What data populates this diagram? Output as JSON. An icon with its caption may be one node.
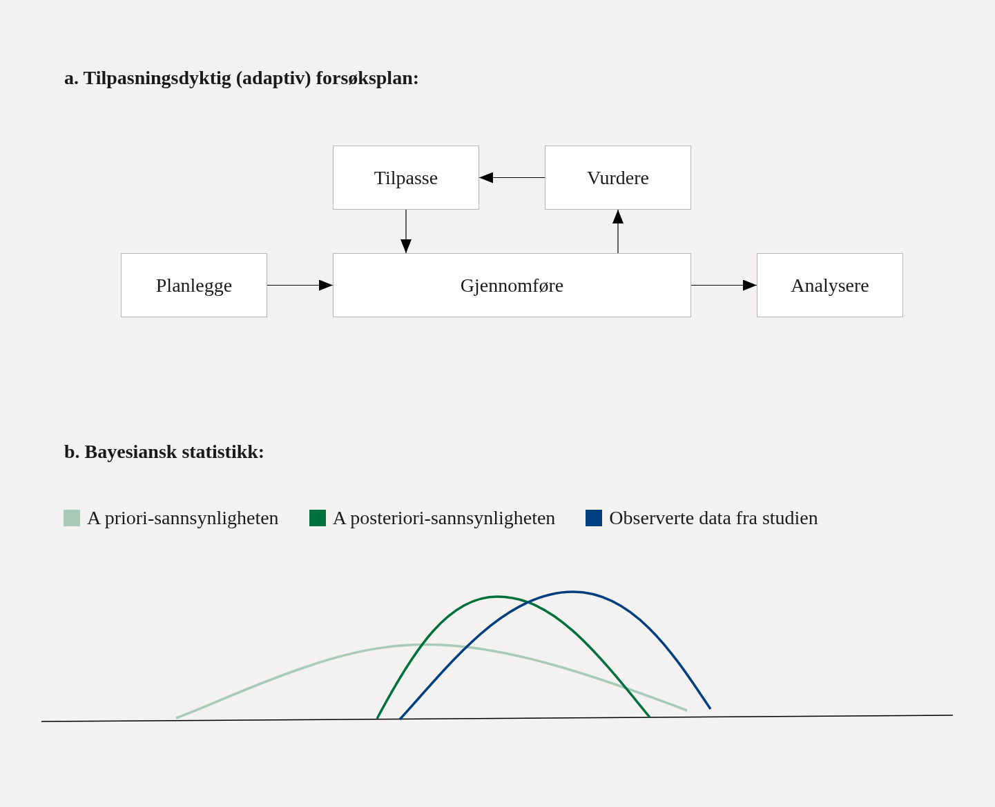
{
  "diagram": {
    "nodes": [
      {
        "text": [
          "a. Tilpasningsdyktig (adaptiv) forsøksplan:"
        ]
      },
      {
        "text": [
          "Tilpasse"
        ]
      },
      {
        "text": [
          "Vurdere"
        ]
      },
      {
        "text": [
          "Planlegge"
        ]
      },
      {
        "text": [
          "Gjennomføre"
        ]
      },
      {
        "text": [
          "Analysere"
        ]
      }
    ],
    "edges": [
      {
        "from": 2,
        "to": 1,
        "arrow": "to"
      },
      {
        "from": 1,
        "to": 4,
        "arrow": "to"
      },
      {
        "from": 4,
        "to": 2,
        "arrow": "to"
      },
      {
        "from": 3,
        "to": 4,
        "arrow": "to"
      },
      {
        "from": 4,
        "to": 5,
        "arrow": "to"
      }
    ],
    "labels": [
      "b. Bayesiansk statistikk:"
    ],
    "legend": [
      {
        "text": "A priori-sannsynligheten",
        "color": "#a8cbb7"
      },
      {
        "text": "A posteriori-sannsynligheten",
        "color": "#00703c"
      },
      {
        "text": "Observerte data fra studien",
        "color": "#003f7f"
      }
    ]
  }
}
